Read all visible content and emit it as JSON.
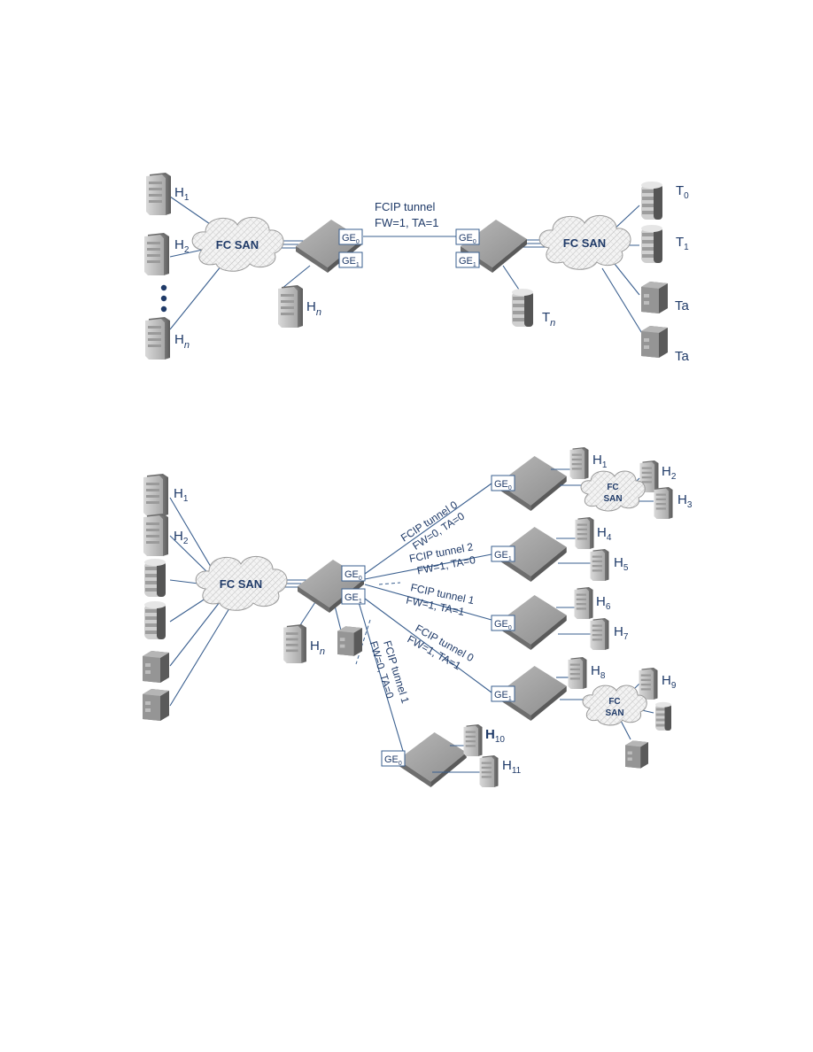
{
  "fig1": {
    "tunnel_title": "FCIP tunnel",
    "tunnel_params": "FW=1, TA=1",
    "san_left": "FC SAN",
    "san_right": "FC SAN",
    "ports": [
      "GE",
      "GE",
      "GE",
      "GE"
    ],
    "port_subs": [
      "0",
      "1",
      "0",
      "1"
    ],
    "hosts": [
      {
        "main": "H",
        "sub": "1"
      },
      {
        "main": "H",
        "sub": "2"
      },
      {
        "main": "H",
        "sub": "n"
      },
      {
        "main": "H",
        "sub": "n"
      }
    ],
    "targets": [
      {
        "main": "T",
        "sub": "0"
      },
      {
        "main": "T",
        "sub": "1"
      },
      {
        "main": "Ta",
        "sub": ""
      },
      {
        "main": "Ta",
        "sub": ""
      },
      {
        "main": "T",
        "sub": "n"
      }
    ]
  },
  "fig2": {
    "san_main": "FC SAN",
    "san_small_1": [
      "FC",
      "SAN"
    ],
    "san_small_2": [
      "FC",
      "SAN"
    ],
    "ports": [
      "GE",
      "GE",
      "GE",
      "GE",
      "GE",
      "GE",
      "GE"
    ],
    "port_subs": [
      "0",
      "1",
      "0",
      "1",
      "0",
      "1",
      "0"
    ],
    "tunnels": [
      {
        "name": "FCIP tunnel 0",
        "params": "FW=0, TA=0"
      },
      {
        "name": "FCIP tunnel 2",
        "params": "FW=1, TA=0"
      },
      {
        "name": "FCIP tunnel 1",
        "params": "FW=1, TA=1"
      },
      {
        "name": "FCIP tunnel 0",
        "params": "FW=1, TA=1"
      },
      {
        "name": "FCIP tunnel 1",
        "params": "FW=0, TA=0"
      }
    ],
    "hosts": [
      {
        "main": "H",
        "sub": "1"
      },
      {
        "main": "H",
        "sub": "2"
      },
      {
        "main": "H",
        "sub": "n"
      },
      {
        "main": "H",
        "sub": "1"
      },
      {
        "main": "H",
        "sub": "2"
      },
      {
        "main": "H",
        "sub": "3"
      },
      {
        "main": "H",
        "sub": "4"
      },
      {
        "main": "H",
        "sub": "5"
      },
      {
        "main": "H",
        "sub": "6"
      },
      {
        "main": "H",
        "sub": "7"
      },
      {
        "main": "H",
        "sub": "8"
      },
      {
        "main": "H",
        "sub": "9"
      },
      {
        "main": "H",
        "sub": "10"
      },
      {
        "main": "H",
        "sub": "11"
      }
    ]
  }
}
